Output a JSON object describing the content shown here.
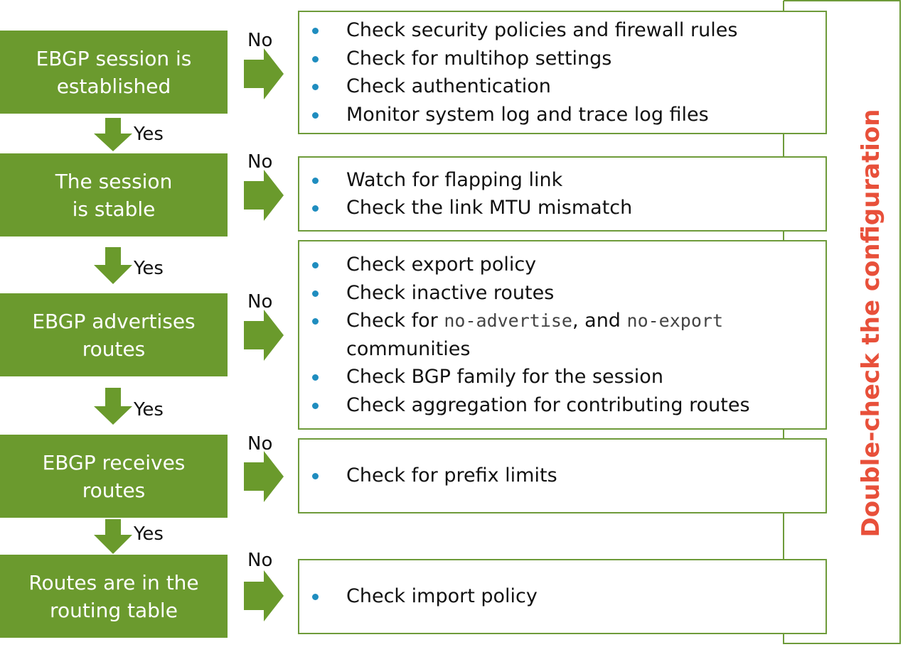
{
  "steps": [
    {
      "label": "EBGP session is\nestablished",
      "no": "No",
      "yes": "Yes"
    },
    {
      "label": "The session\nis stable",
      "no": "No",
      "yes": "Yes"
    },
    {
      "label": "EBGP advertises\nroutes",
      "no": "No",
      "yes": "Yes"
    },
    {
      "label": "EBGP receives\nroutes",
      "no": "No",
      "yes": "Yes"
    },
    {
      "label": "Routes are in the\nrouting table",
      "no": "No"
    }
  ],
  "checks": {
    "session_established": [
      "Check security policies and firewall rules",
      "Check for multihop settings",
      "Check authentication",
      "Monitor system log and trace log files"
    ],
    "session_stable": [
      "Watch for flapping link",
      "Check the link MTU mismatch"
    ],
    "advertises_routes": {
      "item_1": "Check export policy",
      "item_2": "Check inactive routes",
      "item_3_prefix": "Check for ",
      "item_3_code_1": "no-advertise",
      "item_3_middle": ", and ",
      "item_3_code_2": "no-export",
      "item_3_suffix": "communities",
      "item_4": "Check BGP family for the session",
      "item_5": "Check aggregation for contributing routes"
    },
    "receives_routes": [
      "Check for prefix limits"
    ],
    "routing_table": [
      "Check import policy"
    ]
  },
  "side_label": "Double-check the configuration",
  "colors": {
    "box_green": "#6b9a2e",
    "arrow_green": "#6a9a2c",
    "border_green": "#6e9b3a",
    "bullet_blue": "#1f8dbf",
    "side_text_red": "#e8503a"
  }
}
